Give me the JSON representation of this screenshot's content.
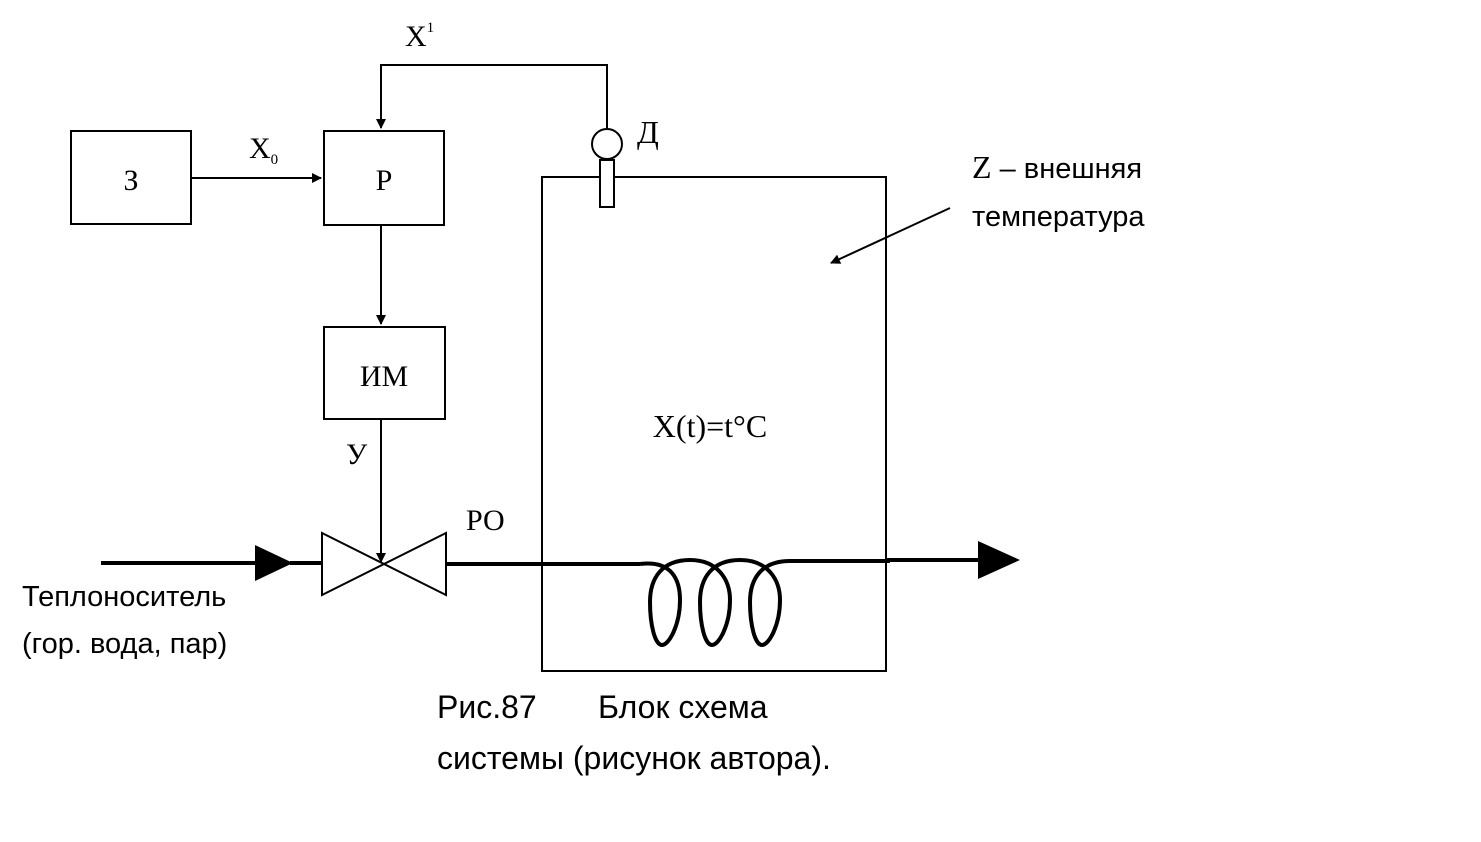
{
  "blocks": {
    "setter": "З",
    "regulator": "Р",
    "actuator": "ИМ"
  },
  "signals": {
    "setpoint_main": "X",
    "setpoint_sub": "0",
    "feedback_main": "X",
    "feedback_sup": "1",
    "control": "У"
  },
  "sensor_label": "Д",
  "valve_label": "РО",
  "process_value": "X(t)=t°C",
  "external_temp": {
    "symbol": "Z",
    "line1": " – внешняя",
    "line2": "температура"
  },
  "coolant": {
    "line1": "Теплоноситель",
    "line2": "(гор. вода, пар)"
  },
  "caption": {
    "line1_a": "Рис.87",
    "line1_b": "Блок схема",
    "line2": "системы (рисунок автора)."
  }
}
